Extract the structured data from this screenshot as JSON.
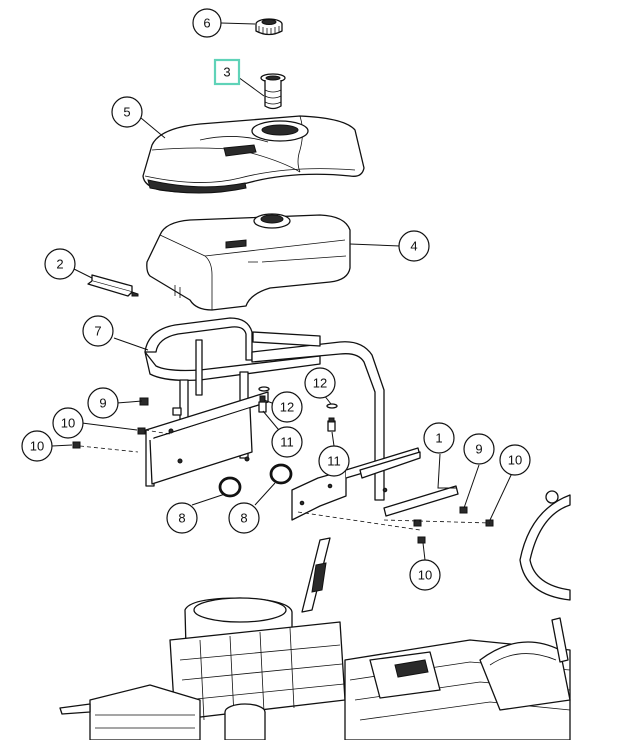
{
  "callouts": {
    "c1": "1",
    "c2": "2",
    "c3": "3",
    "c4": "4",
    "c5": "5",
    "c6": "6",
    "c7": "7",
    "c8a": "8",
    "c8b": "8",
    "c9a": "9",
    "c9b": "9",
    "c10a": "10",
    "c10b": "10",
    "c10c": "10",
    "c10d": "10",
    "c11a": "11",
    "c11b": "11",
    "c12a": "12",
    "c12b": "12"
  },
  "highlight_color": "#5fd3b8"
}
